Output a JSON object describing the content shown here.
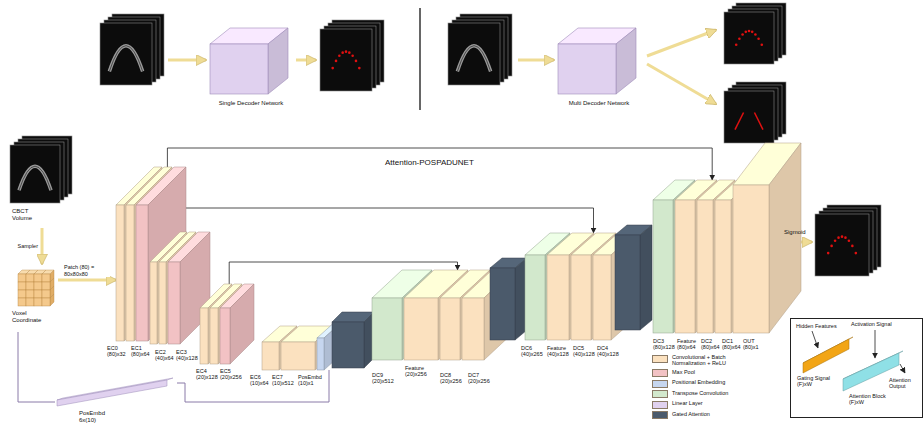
{
  "diagram": {
    "nodes": [
      {
        "text": [
          "Single Decoder Network"
        ]
      },
      {
        "text": [
          "Multi Decoder Network"
        ]
      },
      {
        "text": [
          "CBCT Volume"
        ]
      },
      {
        "text": [
          "Voxel Coordinate"
        ]
      },
      {
        "text": [
          "EC0 (80)x32"
        ]
      },
      {
        "text": [
          "EC1 (80)x64"
        ]
      },
      {
        "text": [
          "EC2 (40)x64"
        ]
      },
      {
        "text": [
          "EC3 (40)x128"
        ]
      },
      {
        "text": [
          "EC4 (20)x128"
        ]
      },
      {
        "text": [
          "EC5 (20)x256"
        ]
      },
      {
        "text": [
          "EC6 (10)x64"
        ]
      },
      {
        "text": [
          "EC7 (10)x512"
        ]
      },
      {
        "text": [
          "PosEmbd (10)x1"
        ]
      },
      {
        "text": [
          "DC9 (20)x512"
        ]
      },
      {
        "text": [
          "Feature (20)x256"
        ]
      },
      {
        "text": [
          "DC8 (20)x256"
        ]
      },
      {
        "text": [
          "DC7 (20)x256"
        ]
      },
      {
        "text": [
          "DC6 (40)x265"
        ]
      },
      {
        "text": [
          "Feature (40)x128"
        ]
      },
      {
        "text": [
          "DC5 (40)x128"
        ]
      },
      {
        "text": [
          "DC4 (40)x128"
        ]
      },
      {
        "text": [
          "DC3 (80)x128"
        ]
      },
      {
        "text": [
          "Feature (80)x64"
        ]
      },
      {
        "text": [
          "DC2 (80)x64"
        ]
      },
      {
        "text": [
          "DC1 (80)x64"
        ]
      },
      {
        "text": [
          "OUT (80)x1"
        ]
      },
      {
        "text": [
          "PosEmbd 6x(10)"
        ]
      },
      {
        "text": [
          "Hidden Features",
          "Activation Signal",
          "Attention Output"
        ]
      },
      {
        "text": [
          "Gating Signal (F)xW"
        ],
        "in": 27
      },
      {
        "text": [
          "Attention Block (F)xW"
        ],
        "in": 27
      }
    ],
    "edges": [
      {
        "from": 2,
        "to": 3,
        "label": "Sampler",
        "arrow": "to"
      },
      {
        "from": 3,
        "to": 4,
        "label": "Patch (80) = 80x80x80",
        "arrow": "to"
      },
      {
        "from": 3,
        "to": 26,
        "arrow": "none"
      },
      {
        "from": 26,
        "to": 12,
        "arrow": "none"
      },
      {
        "from": 5,
        "to": 23,
        "arrow": "to"
      },
      {
        "from": 7,
        "to": 19,
        "arrow": "to"
      },
      {
        "from": 9,
        "to": 15,
        "arrow": "to"
      }
    ],
    "labels": [
      "Attention-POSPADUNET",
      "Sigmoid"
    ],
    "legend": [
      {
        "text": "Convolutional + Batch Normalization + ReLU",
        "color": "#fbe1bf"
      },
      {
        "text": "Max Pool",
        "color": "#f2c2c4"
      },
      {
        "text": "Positional Embedding",
        "color": "#c6d6ef"
      },
      {
        "text": "Transpose Convolution",
        "color": "#d2e8cc"
      },
      {
        "text": "Linear Layer",
        "color": "#e0d1ef"
      },
      {
        "text": "Gated Attention",
        "color": "#4b5a6b"
      }
    ]
  }
}
